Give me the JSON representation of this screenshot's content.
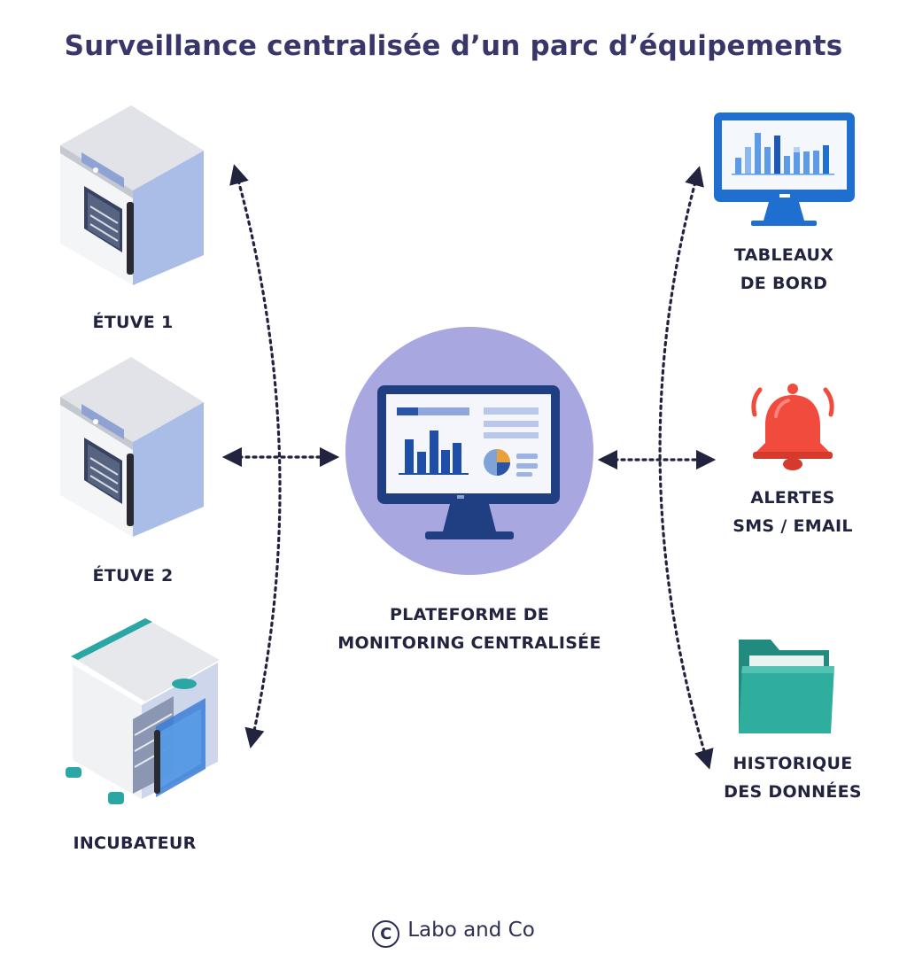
{
  "title": "Surveillance centralisée d’un parc d’équipements",
  "left": {
    "etuve1": "ÉTUVE 1",
    "etuve2": "ÉTUVE 2",
    "incubateur": "INCUBATEUR"
  },
  "center": {
    "label": "PLATEFORME DE\nMONITORING CENTRALISÉE"
  },
  "right": {
    "dashboards": "TABLEAUX\nDE BORD",
    "alerts": "ALERTES\nSMS / EMAIL",
    "history": "HISTORIQUE\nDES DONNÉES"
  },
  "footer": {
    "copyright_symbol": "C",
    "credit": "Labo and Co"
  },
  "colors": {
    "title": "#393769",
    "circle": "#a9a7e0",
    "monitor_navy": "#1f3f82",
    "dashboard_blue": "#1f6fd0",
    "bell_red": "#f04b3d",
    "folder_teal": "#2fae9e",
    "arrow": "#22233f"
  },
  "icons": [
    "oven-icon",
    "oven-icon",
    "incubator-icon",
    "monitor-dashboard-icon",
    "monitor-chart-icon",
    "bell-icon",
    "folder-icon",
    "copyright-icon"
  ]
}
